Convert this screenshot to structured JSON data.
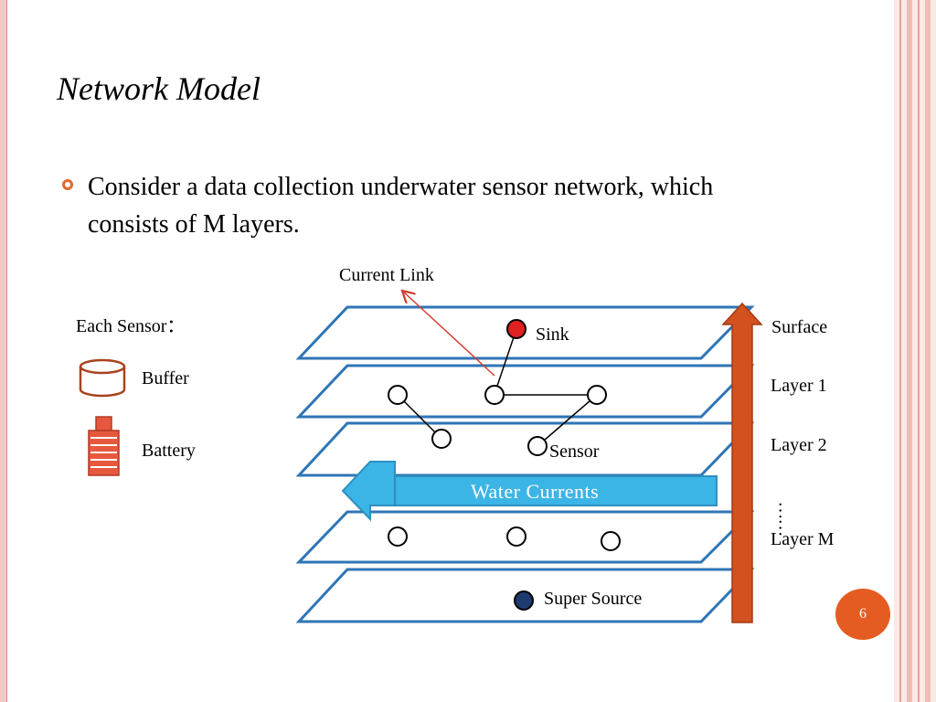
{
  "slide": {
    "title": "Network Model",
    "bullet": "Consider a data collection underwater sensor network, which consists of M layers.",
    "page_number": "6"
  },
  "legend": {
    "heading": "Each Sensor：",
    "buffer_label": "Buffer",
    "battery_label": "Battery"
  },
  "diagram": {
    "current_link_label": "Current Link",
    "sink_label": "Sink",
    "sensor_label": "Sensor",
    "water_currents_label": "Water Currents",
    "super_source_label": "Super Source",
    "layer_labels": [
      "Surface",
      "Layer 1",
      "Layer 2",
      "……",
      "Layer M"
    ],
    "colors": {
      "layer_outline": "#2e75b6",
      "sink": "#e02020",
      "super_source": "#1f3a6e",
      "vertical_arrow": "#d3501f",
      "water_arrow": "#3bb4e6",
      "current_link": "#d04030",
      "battery": "#e7583f"
    }
  }
}
